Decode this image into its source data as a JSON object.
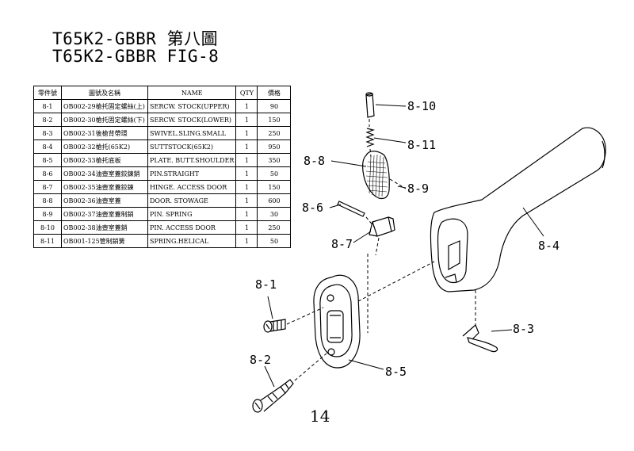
{
  "title": {
    "line1": "T65K2-GBBR 第八圖",
    "line2": "T65K2-GBBR FIG-8"
  },
  "table": {
    "headers": [
      "零件號",
      "圖號及名稱",
      "NAME",
      "QTY",
      "價格"
    ],
    "rows": [
      {
        "no": "8-1",
        "code": "OB002-29槍托固定螺絲(上)",
        "name": "SERCW. STOCK(UPPER)",
        "qty": "1",
        "price": "90"
      },
      {
        "no": "8-2",
        "code": "OB002-30槍托固定螺絲(下)",
        "name": "SERCW. STOCK(LOWER)",
        "qty": "1",
        "price": "150"
      },
      {
        "no": "8-3",
        "code": "OB002-31後槍背帶環",
        "name": "SWIVEL.SLING.SMALL",
        "qty": "1",
        "price": "250"
      },
      {
        "no": "8-4",
        "code": "OB002-32槍托(65K2)",
        "name": "SUTTSTOCK(65K2)",
        "qty": "1",
        "price": "950"
      },
      {
        "no": "8-5",
        "code": "OB002-33槍托底板",
        "name": "PLATE. BUTT.SHOULDER",
        "qty": "1",
        "price": "350"
      },
      {
        "no": "8-6",
        "code": "OB002-34油壺室蓋鉸鍊銷",
        "name": "PIN.STRAIGHT",
        "qty": "1",
        "price": "50"
      },
      {
        "no": "8-7",
        "code": "OB002-35油壺室蓋鉸鍊",
        "name": "HINGE. ACCESS DOOR",
        "qty": "1",
        "price": "150"
      },
      {
        "no": "8-8",
        "code": "OB002-36油壺室蓋",
        "name": "DOOR. STOWAGE",
        "qty": "1",
        "price": "600"
      },
      {
        "no": "8-9",
        "code": "OB002-37油壺室蓋制銷",
        "name": "PIN. SPRING",
        "qty": "1",
        "price": "30"
      },
      {
        "no": "8-10",
        "code": "OB002-38油壺室蓋銷",
        "name": "PIN. ACCESS DOOR",
        "qty": "1",
        "price": "250"
      },
      {
        "no": "8-11",
        "code": "OB001-125管制銷簧",
        "name": "SPRING.HELICAL",
        "qty": "1",
        "price": "50"
      }
    ]
  },
  "callouts": {
    "c1": "8-1",
    "c2": "8-2",
    "c3": "8-3",
    "c4": "8-4",
    "c5": "8-5",
    "c6": "8-6",
    "c7": "8-7",
    "c8": "8-8",
    "c9": "8-9",
    "c10": "8-10",
    "c11": "8-11"
  },
  "page_number": "14"
}
